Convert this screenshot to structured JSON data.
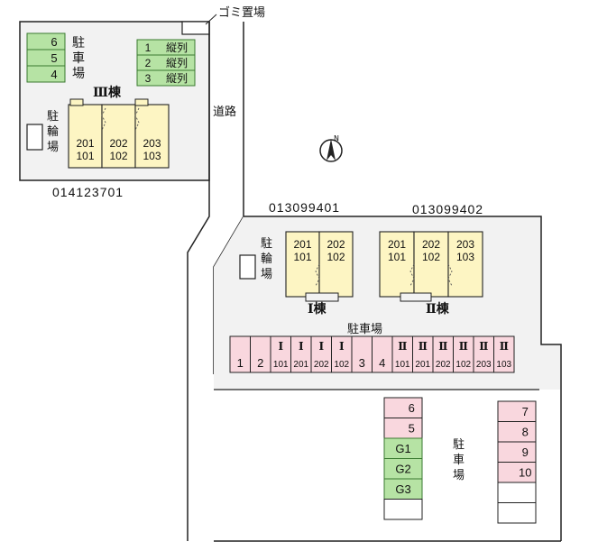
{
  "labels": {
    "garbage": "ゴミ置場",
    "road": "道路",
    "north": "N",
    "lot_top_left": "014123701",
    "lot_bldg1": "013099401",
    "lot_bldg2": "013099402",
    "bldg3_name": "Ⅲ棟",
    "bldg1_name": "Ⅰ棟",
    "bldg2_name": "Ⅱ棟",
    "parking_label_left": "駐車場",
    "bicycle_label": "駐輪場",
    "parking_label_mid": "駐車場",
    "parking_label_right": "駐車場"
  },
  "colors": {
    "green_space": "#b6e3a4",
    "pink_space": "#f9d7de",
    "building": "#fdf5c3",
    "ground": "#f2f2f2"
  },
  "top_left_parking": [
    "6",
    "5",
    "4"
  ],
  "tandem_parking": [
    {
      "num": "1",
      "text": "縦列"
    },
    {
      "num": "2",
      "text": "縦列"
    },
    {
      "num": "3",
      "text": "縦列"
    }
  ],
  "bldg3_units": {
    "upper": [
      "201",
      "202",
      "203"
    ],
    "lower": [
      "101",
      "102",
      "103"
    ]
  },
  "bldg1_units": {
    "upper": [
      "201",
      "202"
    ],
    "lower": [
      "101",
      "102"
    ]
  },
  "bldg2_units": {
    "upper": [
      "201",
      "202",
      "203"
    ],
    "lower": [
      "101",
      "102",
      "103"
    ]
  },
  "row_parking": [
    {
      "top": "",
      "bottom": "1"
    },
    {
      "top": "",
      "bottom": "2"
    },
    {
      "top": "Ⅰ",
      "bottom": "101"
    },
    {
      "top": "Ⅰ",
      "bottom": "201"
    },
    {
      "top": "Ⅰ",
      "bottom": "202"
    },
    {
      "top": "Ⅰ",
      "bottom": "102"
    },
    {
      "top": "",
      "bottom": "3"
    },
    {
      "top": "",
      "bottom": "4"
    },
    {
      "top": "Ⅱ",
      "bottom": "101"
    },
    {
      "top": "Ⅱ",
      "bottom": "201"
    },
    {
      "top": "Ⅱ",
      "bottom": "202"
    },
    {
      "top": "Ⅱ",
      "bottom": "102"
    },
    {
      "top": "Ⅱ",
      "bottom": "203"
    },
    {
      "top": "Ⅱ",
      "bottom": "103"
    }
  ],
  "mid_column_parking": [
    {
      "label": "6",
      "kind": "pink"
    },
    {
      "label": "5",
      "kind": "pink"
    },
    {
      "label": "G1",
      "kind": "green"
    },
    {
      "label": "G2",
      "kind": "green"
    },
    {
      "label": "G3",
      "kind": "green"
    },
    {
      "label": "",
      "kind": "empty"
    }
  ],
  "right_column_parking": [
    {
      "label": "7",
      "kind": "pink"
    },
    {
      "label": "8",
      "kind": "pink"
    },
    {
      "label": "9",
      "kind": "pink"
    },
    {
      "label": "10",
      "kind": "pink"
    },
    {
      "label": "",
      "kind": "empty"
    },
    {
      "label": "",
      "kind": "empty"
    }
  ]
}
